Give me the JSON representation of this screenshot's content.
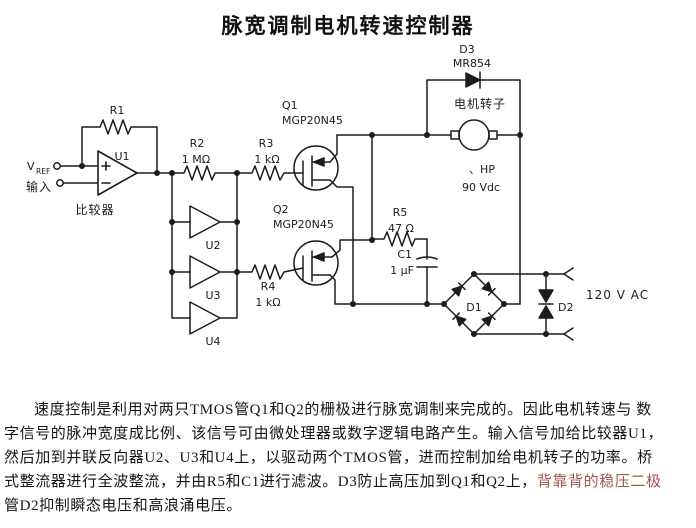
{
  "title": "脉宽调制电机转速控制器",
  "schematic": {
    "labels": {
      "vref_v": "V",
      "vref_sub": "REF",
      "input_cn": "输入",
      "u1": "U1",
      "comparator_cn": "比较器",
      "r1": "R1",
      "r2": "R2",
      "r2_value": "1 MΩ",
      "r3": "R3",
      "r3_value": "1 kΩ",
      "r4": "R4",
      "r4_value": "1 kΩ",
      "r5": "R5",
      "r5_value": "47 Ω",
      "c1": "C1",
      "c1_value": "1 μF",
      "q1": "Q1",
      "q1_part": "MGP20N45",
      "q2": "Q2",
      "q2_part": "MGP20N45",
      "u2": "U2",
      "u3": "U3",
      "u4": "U4",
      "d3": "D3",
      "d3_part": "MR854",
      "motor_cn": "电机转子",
      "motor_hp": "、HP",
      "motor_voltage": "90 Vdc",
      "d1": "D1",
      "d2": "D2",
      "ac_supply": "120 V  AC"
    }
  },
  "paragraph": {
    "line1": "速度控制是利用对两只TMOS管Q1和Q2的栅极进行脉宽调制来完成的。因此电机转速与 数",
    "line2": "字信号的脉冲宽度成比例、该信号可由微处理器或数字逻辑电路产生。输入信号加给比较器U1，",
    "line3": "然后加到并联反向器U2、U3和U4上，以驱动两个TMOS管，进而控制加给电机转子的功率。桥",
    "line4_black": "式整流器进行全波整流，并由R5和C1进行滤波。D3防止高压加到Q1和Q2上，",
    "line4_red": "背靠背的稳压二极",
    "line5": "管D2抑制瞬态电压和高浪涌电压。"
  },
  "colors": {
    "ink": "#1c1c1c",
    "highlight_red": "#a2574a",
    "paper": "#ffffff"
  }
}
